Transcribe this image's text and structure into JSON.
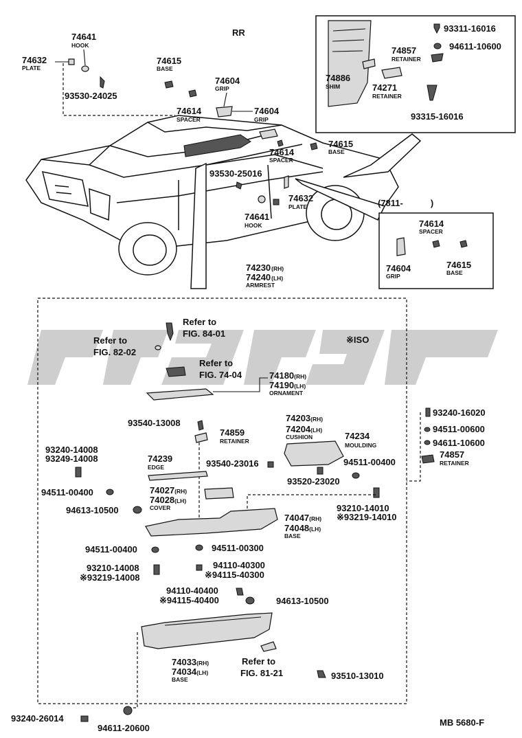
{
  "top": {
    "rr": "RR",
    "p74641_num": "74641",
    "p74641_name": "HOOK",
    "p74632_num": "74632",
    "p74632_name": "PLATE",
    "p74615_num": "74615",
    "p74615_name": "BASE",
    "p93530_24025": "93530-24025",
    "p74604_num": "74604",
    "p74604_name": "GRIP",
    "p74614_num": "74614",
    "p74614_name": "SPACER",
    "p74604b_num": "74604",
    "p74604b_name": "GRIP",
    "r74614_num": "74614",
    "r74614_name": "SPACER",
    "r74615_num": "74615",
    "r74615_name": "BASE",
    "p93530_25016": "93530-25016",
    "r74632_num": "74632",
    "r74632_name": "PLATE",
    "r74641_num": "74641",
    "r74641_name": "HOOK",
    "armrest_rh": "74230",
    "armrest_rh_sub": "(RH)",
    "armrest_lh": "74240",
    "armrest_lh_sub": "(LH)",
    "armrest_name": "ARMREST"
  },
  "inset_top": {
    "p93311": "93311-16016",
    "p94611": "94611-10600",
    "p74857_num": "74857",
    "p74857_name": "RETAINER",
    "p74886_num": "74886",
    "p74886_name": "SHIM",
    "p74271_num": "74271",
    "p74271_name": "RETAINER",
    "p93315": "93315-16016"
  },
  "inset_mid": {
    "label": "(7811-",
    "label_end": ")",
    "p74614_num": "74614",
    "p74614_name": "SPACER",
    "p74604_num": "74604",
    "p74604_name": "GRIP",
    "p74615_num": "74615",
    "p74615_name": "BASE"
  },
  "lower": {
    "refer_to": "Refer to",
    "fig84": "FIG. 84-01",
    "fig82": "FIG. 82-02",
    "fig74": "FIG. 74-04",
    "fig81": "FIG. 81-21",
    "iso": "ISO",
    "p74180": "74180",
    "p74180_sub": "(RH)",
    "p74190": "74190",
    "p74190_sub": "(LH)",
    "ornament_name": "ORNAMENT",
    "p93540_13008": "93540-13008",
    "p74859_num": "74859",
    "p74859_name": "RETAINER",
    "p74203": "74203",
    "p74203_sub": "(RH)",
    "p74204": "74204",
    "p74204_sub": "(LH)",
    "cushion_name": "CUSHION",
    "p74234_num": "74234",
    "p74234_name": "MOULDING",
    "p93240_16020": "93240-16020",
    "p94511_00600": "94511-00600",
    "p94611_10600": "94611-10600",
    "p74857_num": "74857",
    "p74857_name": "RETAINER",
    "p93240_14008": "93240-14008",
    "p93249_14008": "93249-14008",
    "p74239_num": "74239",
    "p74239_name": "EDGE",
    "p93540_23016": "93540-23016",
    "p94511_00400_r": "94511-00400",
    "p93520_23020": "93520-23020",
    "p94511_00400_l": "94511-00400",
    "p74027": "74027",
    "p74027_sub": "(RH)",
    "p74028": "74028",
    "p74028_sub": "(LH)",
    "cover_name": "COVER",
    "p94613_10500_l": "94613-10500",
    "p93210_14010": "93210-14010",
    "p93219_14010": "93219-14010",
    "p74047": "74047",
    "p74047_sub": "(RH)",
    "p74048": "74048",
    "p74048_sub": "(LH)",
    "base_name": "BASE",
    "p94511_00400_b": "94511-00400",
    "p94511_00300": "94511-00300",
    "p93210_14008": "93210-14008",
    "p93219_14008": "93219-14008",
    "p94110_40300": "94110-40300",
    "p94115_40300": "94115-40300",
    "p94110_40400": "94110-40400",
    "p94115_40400": "94115-40400",
    "p94613_10500_r": "94613-10500",
    "p74033": "74033",
    "p74033_sub": "(RH)",
    "p74034": "74034",
    "p74034_sub": "(LH)",
    "base2_name": "BASE",
    "p93510_13010": "93510-13010",
    "p93240_26014": "93240-26014",
    "p94611_20600": "94611-20600",
    "code": "MB 5680-F"
  },
  "colors": {
    "ink": "#111111",
    "part_fill": "#d9d9d9",
    "watermark": "#bdbdbd"
  }
}
